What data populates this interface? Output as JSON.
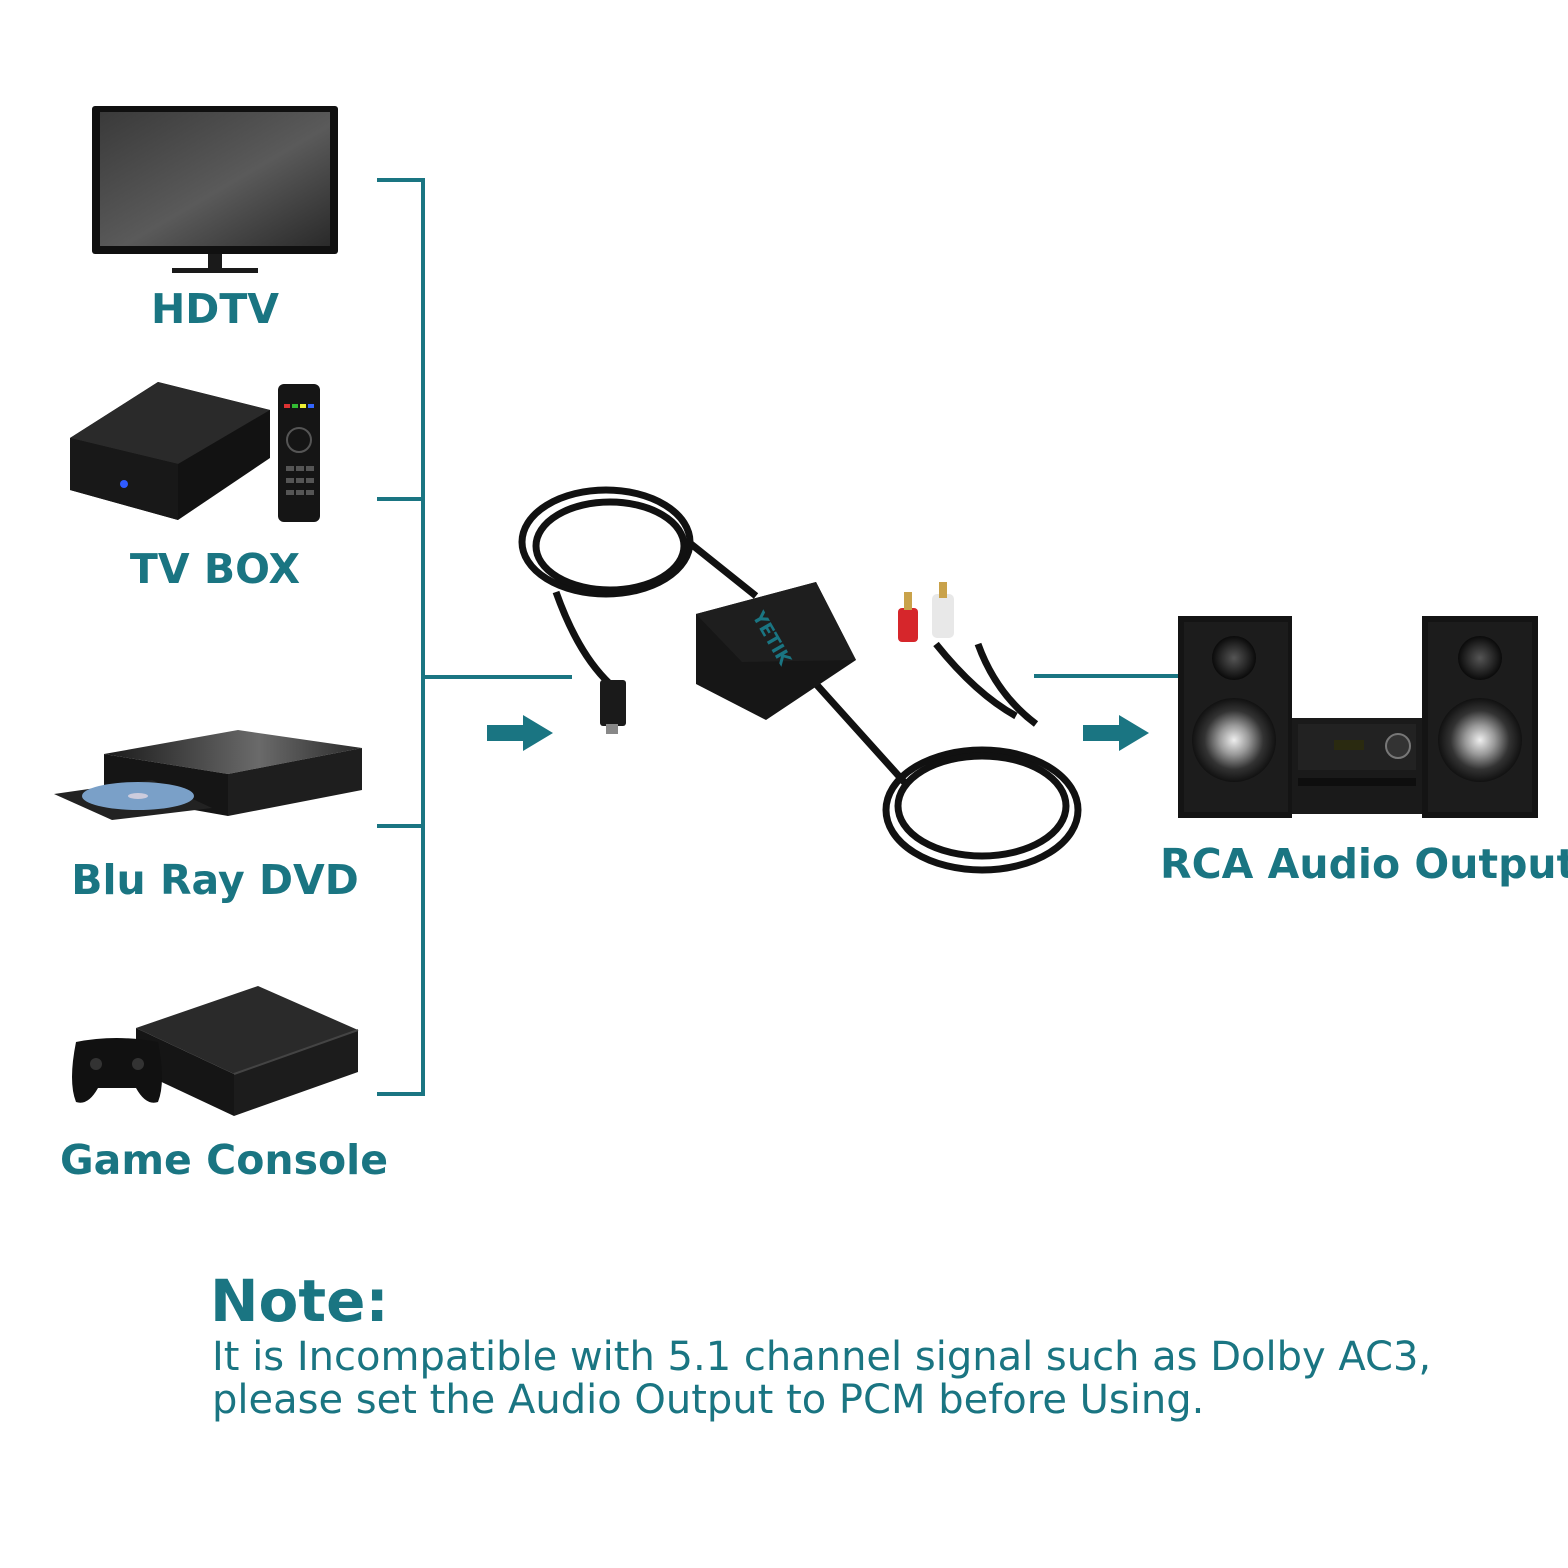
{
  "sources": [
    {
      "label": "HDTV",
      "icon": "hdtv-icon"
    },
    {
      "label": "TV BOX",
      "icon": "tv-box-icon"
    },
    {
      "label": "Blu Ray DVD",
      "icon": "blu-ray-player-icon"
    },
    {
      "label": "Game Console",
      "icon": "game-console-icon"
    }
  ],
  "adapter": {
    "brand": "YETIK",
    "icon": "optical-to-rca-adapter-icon"
  },
  "output": {
    "label": "RCA Audio Output",
    "icon": "stereo-system-icon"
  },
  "note": {
    "title": "Note:",
    "line1": "It is Incompatible with 5.1 channel signal such as Dolby AC3,",
    "line2": "please set the Audio Output to PCM before Using."
  },
  "colors": {
    "accent": "#1a7582",
    "device": "#151515",
    "red_plug": "#d6262b",
    "white_plug": "#e8e8e8"
  }
}
